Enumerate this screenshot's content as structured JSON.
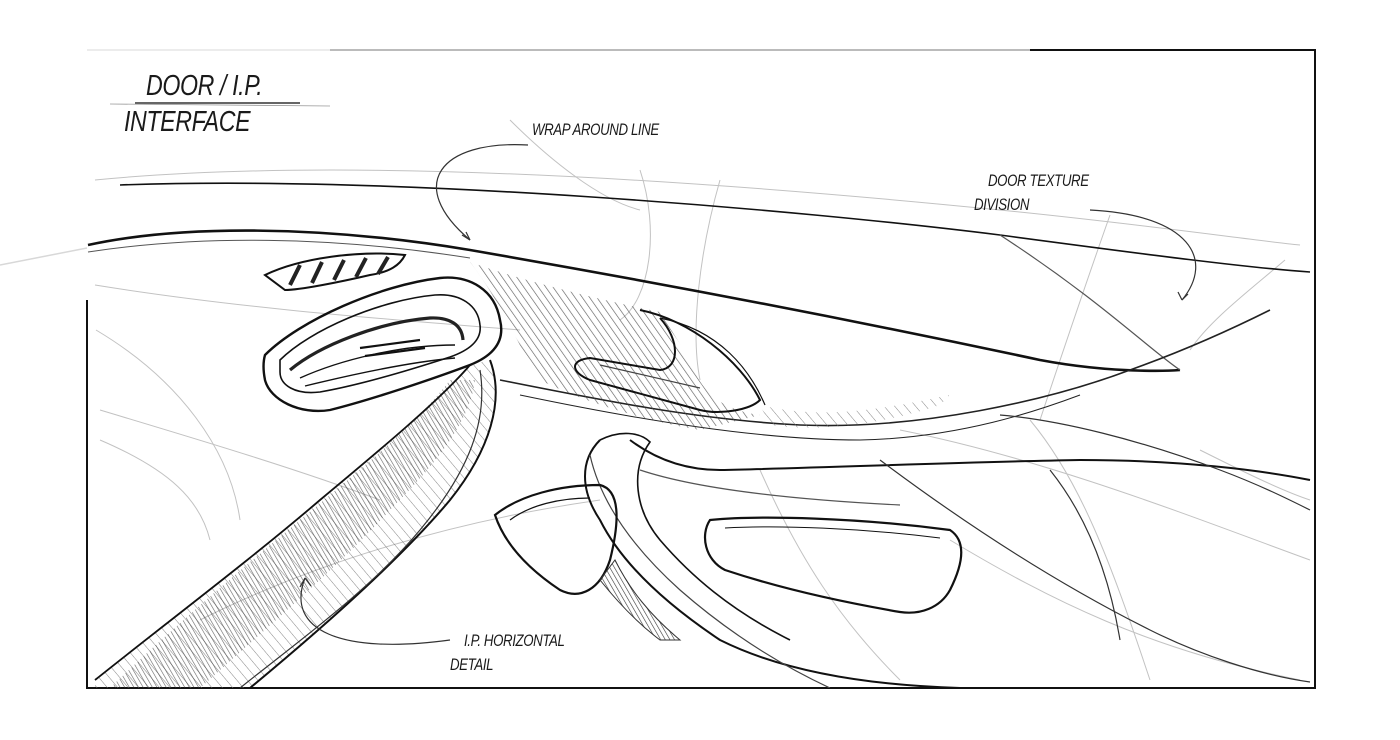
{
  "title": {
    "line1": "DOOR / I.P.",
    "line2": "INTERFACE"
  },
  "annotations": {
    "wrap_around_line": "WRAP AROUND LINE",
    "door_texture_line1": "DOOR TEXTURE",
    "door_texture_line2": "DIVISION",
    "ip_detail_line1": "I.P. HORIZONTAL",
    "ip_detail_line2": "DETAIL"
  },
  "colors": {
    "ink": "#1a1a1a",
    "shade": "#555555",
    "faint": "#b8b8b8",
    "paper": "#ffffff"
  }
}
